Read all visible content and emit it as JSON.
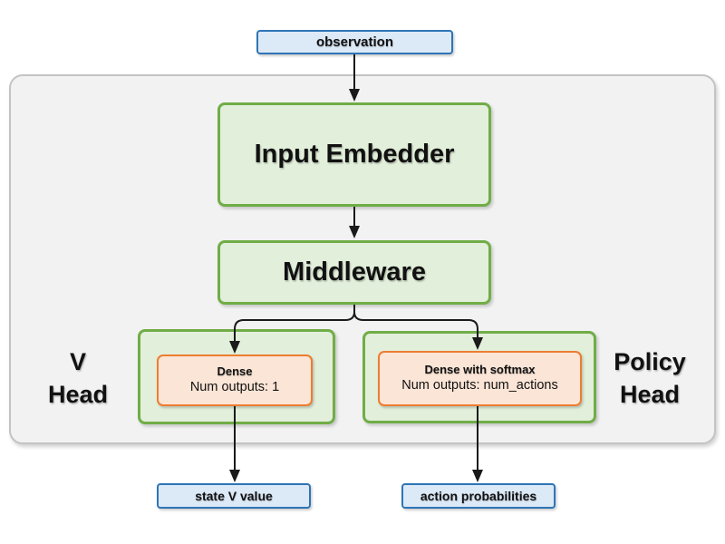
{
  "nodes": {
    "observation": "observation",
    "input_embedder": "Input Embedder",
    "middleware": "Middleware"
  },
  "v_head": {
    "label_line1": "V",
    "label_line2": "Head",
    "layer_title": "Dense",
    "layer_subtitle": "Num outputs: 1",
    "output": "state V value"
  },
  "policy_head": {
    "label_line1": "Policy",
    "label_line2": "Head",
    "layer_title": "Dense with softmax",
    "layer_subtitle": "Num outputs: num_actions",
    "output": "action probabilities"
  },
  "colors": {
    "io_fill": "#dce9f7",
    "io_border": "#2e75b6",
    "block_fill": "#e2efda",
    "block_border": "#70ad47",
    "layer_fill": "#fbe5d6",
    "layer_border": "#ed7d31",
    "container_fill": "#f2f2f2",
    "container_border": "#c3c3c3",
    "arrow": "#1a1a1a"
  }
}
